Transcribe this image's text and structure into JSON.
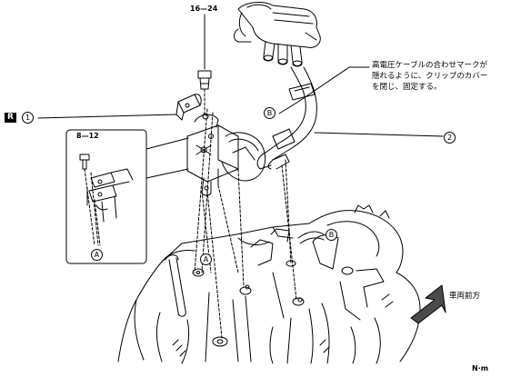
{
  "torque_main": "16—24",
  "torque_inset": "8—12",
  "badge_r": "R",
  "callout_1": "1",
  "callout_2": "2",
  "callout_a": "A",
  "callout_b": "B",
  "note_lines": [
    "高電圧ケーブルの合わせマークが",
    "隠れるように、クリップのカバー",
    "を閉じ、固定する。"
  ],
  "front_label": "車両前方",
  "unit_label": "N·m",
  "colors": {
    "line": "#000000",
    "background": "#ffffff",
    "arrow_fill": "#4a4a4a"
  }
}
